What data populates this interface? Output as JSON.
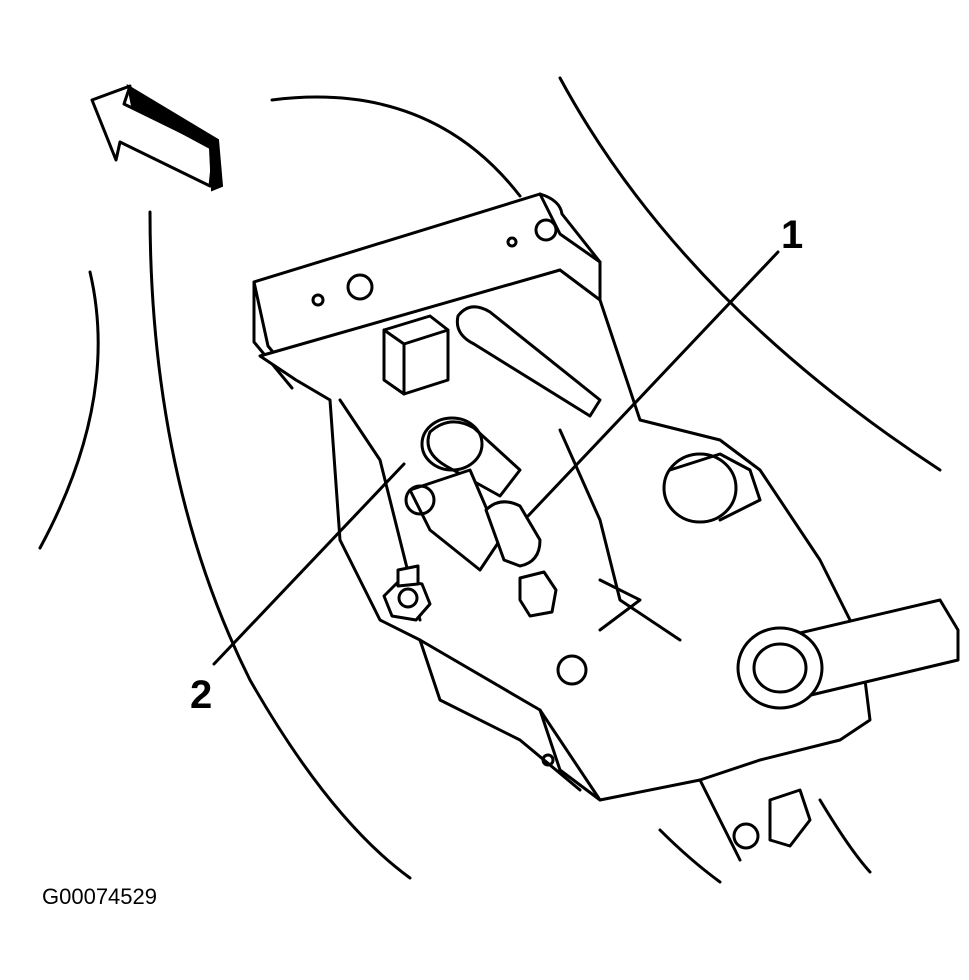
{
  "diagram": {
    "callouts": [
      {
        "id": "callout-1",
        "label": "1"
      },
      {
        "id": "callout-2",
        "label": "2"
      }
    ],
    "figure_id": "G00074529"
  }
}
